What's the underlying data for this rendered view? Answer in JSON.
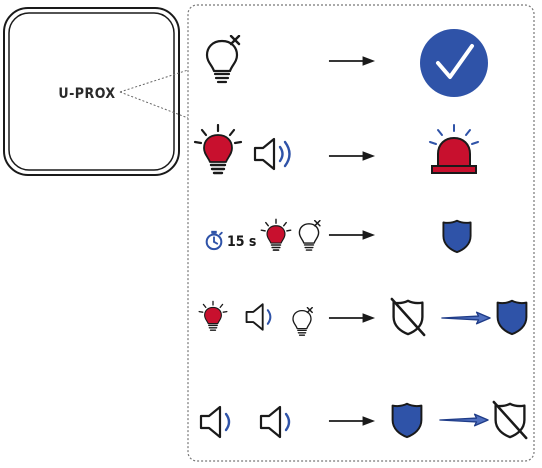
{
  "device": {
    "label": "U-PROX"
  },
  "rows": [
    {
      "id": "row-1",
      "conditions": [
        {
          "icon": "light-bulb-off-icon"
        }
      ],
      "results": [
        {
          "icon": "check-circle-icon"
        }
      ]
    },
    {
      "id": "row-2",
      "conditions": [
        {
          "icon": "light-bulb-red-icon"
        },
        {
          "icon": "speaker-loud-icon"
        }
      ],
      "results": [
        {
          "icon": "siren-red-icon"
        }
      ]
    },
    {
      "id": "row-3",
      "timer_text": "15 s",
      "conditions": [
        {
          "icon": "stopwatch-icon"
        },
        {
          "icon": "light-bulb-red-icon"
        },
        {
          "icon": "light-bulb-off-icon"
        }
      ],
      "results": [
        {
          "icon": "shield-blue-icon"
        }
      ]
    },
    {
      "id": "row-4",
      "conditions": [
        {
          "icon": "light-bulb-red-icon"
        },
        {
          "icon": "speaker-quiet-icon"
        },
        {
          "icon": "light-bulb-off-icon"
        }
      ],
      "results": [
        {
          "icon": "shield-crossed-icon"
        },
        {
          "icon": "blue-arrow-icon"
        },
        {
          "icon": "shield-blue-icon"
        }
      ]
    },
    {
      "id": "row-5",
      "conditions": [
        {
          "icon": "speaker-quiet-icon"
        },
        {
          "icon": "speaker-quiet-icon"
        }
      ],
      "results": [
        {
          "icon": "shield-blue-icon"
        },
        {
          "icon": "blue-arrow-icon"
        },
        {
          "icon": "shield-crossed-icon"
        }
      ]
    }
  ],
  "colors": {
    "red": "#c8102e",
    "blue": "#2f53a8",
    "dark_blue": "#1f3c88",
    "black": "#1a1a1a"
  }
}
